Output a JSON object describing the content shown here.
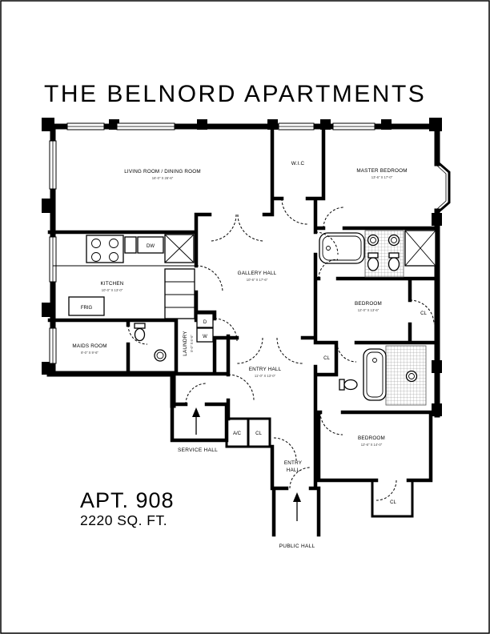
{
  "title": "THE BELNORD APARTMENTS",
  "apartment": {
    "number": "APT. 908",
    "area": "2220 SQ. FT."
  },
  "rooms": {
    "living": {
      "name": "LIVING ROOM / DINING ROOM",
      "dims": "16'-0\" X 26'-6\""
    },
    "wic": {
      "name": "W.I.C"
    },
    "master": {
      "name": "MASTER BEDROOM",
      "dims": "13'-6\" X 17'-0\""
    },
    "kitchen": {
      "name": "KITCHEN",
      "dims": "10'-0\" X 13'-0\""
    },
    "frig": {
      "name": "FRIG"
    },
    "gallery": {
      "name": "GALLERY HALL",
      "dims": "10'-6\" X 17'-6\""
    },
    "bedroom1": {
      "name": "BEDROOM",
      "dims": "12'-0\" X 13'-6\""
    },
    "maids": {
      "name": "MAIDS ROOM",
      "dims": "8'-0\" X 9'-6\""
    },
    "laundry": {
      "name": "LAUNDRY",
      "dims": "5'-0\" X 6'-6\""
    },
    "entry": {
      "name": "ENTRY HALL",
      "dims": "11'-0\" X 13'-0\""
    },
    "entry2": {
      "line1": "ENTRY",
      "line2": "HALL"
    },
    "bedroom2": {
      "name": "BEDROOM",
      "dims": "12'-6\" X 14'-0\""
    },
    "service": {
      "name": "SERVICE HALL"
    },
    "public": {
      "name": "PUBLIC HALL"
    },
    "ac": {
      "name": "A/C"
    },
    "closet": "CL"
  },
  "appliances": {
    "dishwasher": "DW",
    "dryer": "D",
    "washer": "W"
  }
}
